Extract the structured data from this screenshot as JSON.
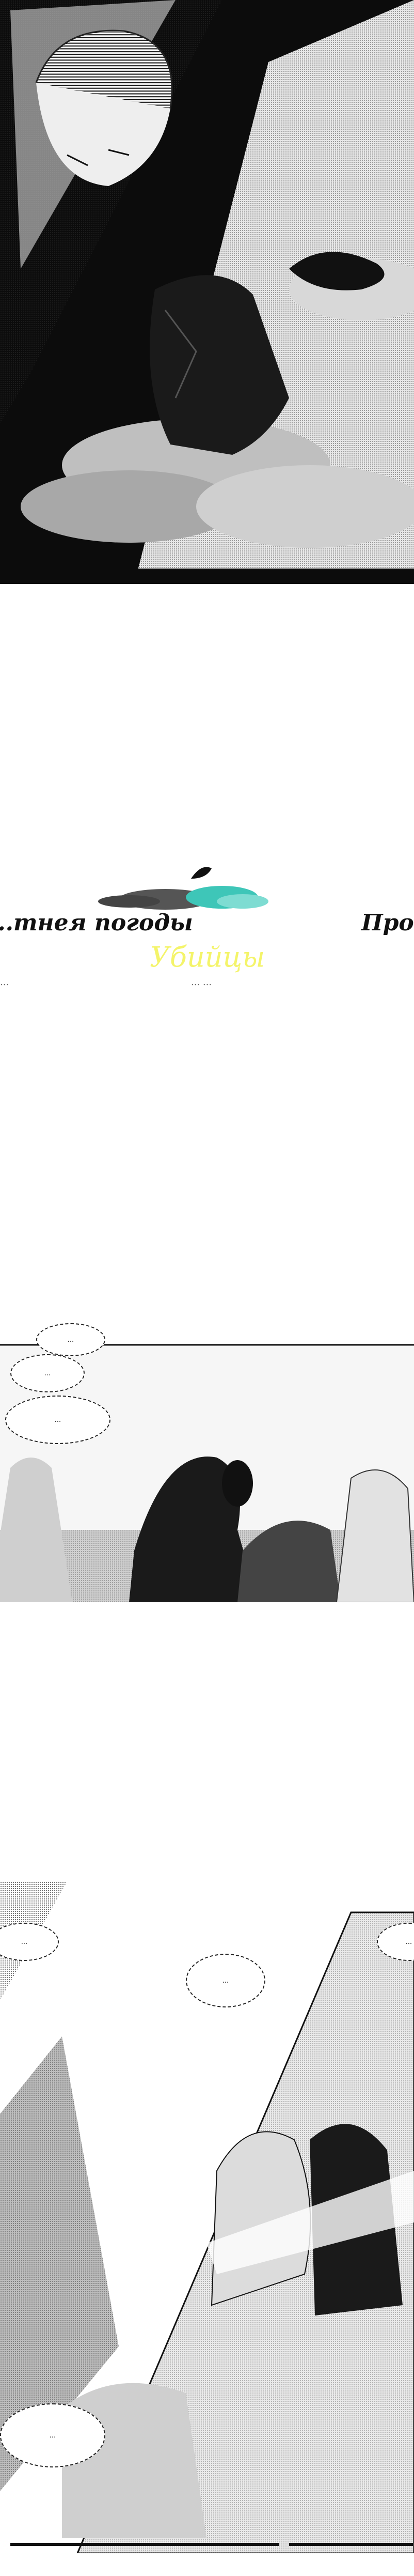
{
  "title_card": {
    "line_left": "...тнея погоды",
    "line_right": "Про...",
    "subtitle": "Убийцы",
    "credit_left": "...",
    "credit_right": "... ...",
    "colors": {
      "subtitle": "#f4f46a",
      "cloud_teal": "#3ec6b8",
      "cloud_dark": "#555555"
    }
  },
  "panel_2": {
    "bubbles": [
      "...",
      "...",
      "..."
    ]
  },
  "panel_3": {
    "bubbles_left": [
      "...",
      "..."
    ],
    "bubbles_right": [
      "...",
      "..."
    ]
  }
}
